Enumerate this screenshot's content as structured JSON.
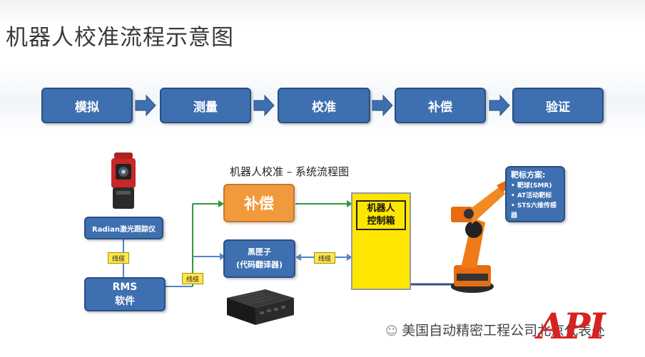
{
  "title": "机器人校准流程示意图",
  "flow_steps": [
    "模拟",
    "测量",
    "校准",
    "补偿",
    "验证"
  ],
  "diagram": {
    "subtitle": "机器人校准 – 系统流程图",
    "tracker_label": "Radian激光跟踪仪",
    "rms_label_line1": "RMS",
    "rms_label_line2": "软件",
    "compensation_label": "补偿",
    "blackbox_line1": "黑匣子",
    "blackbox_line2": "(代码翻译器)",
    "controller_line1": "机器人",
    "controller_line2": "控制箱",
    "cable_label": "线缆"
  },
  "target_solution": {
    "title": "靶标方案:",
    "items": [
      "• 靶球(SMR)",
      "• AT活动靶标",
      "• STS六维传感器"
    ]
  },
  "watermark": "美国自动精密工程公司北京代表处",
  "logo_text": "API",
  "colors": {
    "blue_box": "#3e6fb0",
    "orange_box": "#f09a3c",
    "yellow_box": "#ffe600",
    "green_line": "#2e9b3c",
    "blue_line": "#4f86c6",
    "logo_red": "#d62220"
  }
}
